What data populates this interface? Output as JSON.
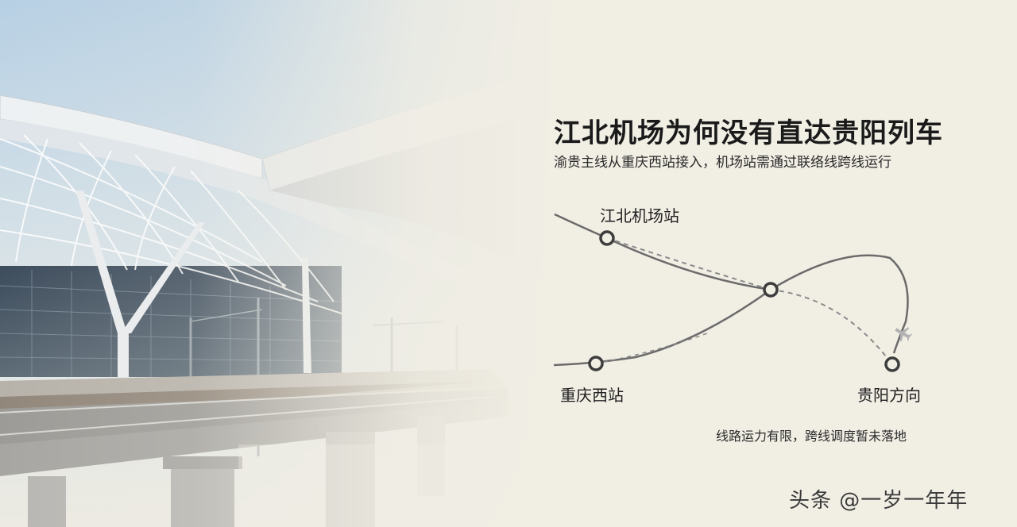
{
  "title": "江北机场为何没有直达贵阳列车",
  "subtitle": "渝贵主线从重庆西站接入，机场站需通过联络线跨线运行",
  "stations": {
    "airport": "江北机场站",
    "chongqing_west": "重庆西站",
    "guiyang": "贵阳方向"
  },
  "note": "线路运力有限，跨线调度暂未落地",
  "watermark": "头条 @一岁一年年",
  "colors": {
    "background": "#f1eee4",
    "sky": "#c9dbe9",
    "line": "#666666",
    "dashed_route": "#888888",
    "station_marker": "#3d3d3d",
    "text": "#1f1f1f"
  }
}
